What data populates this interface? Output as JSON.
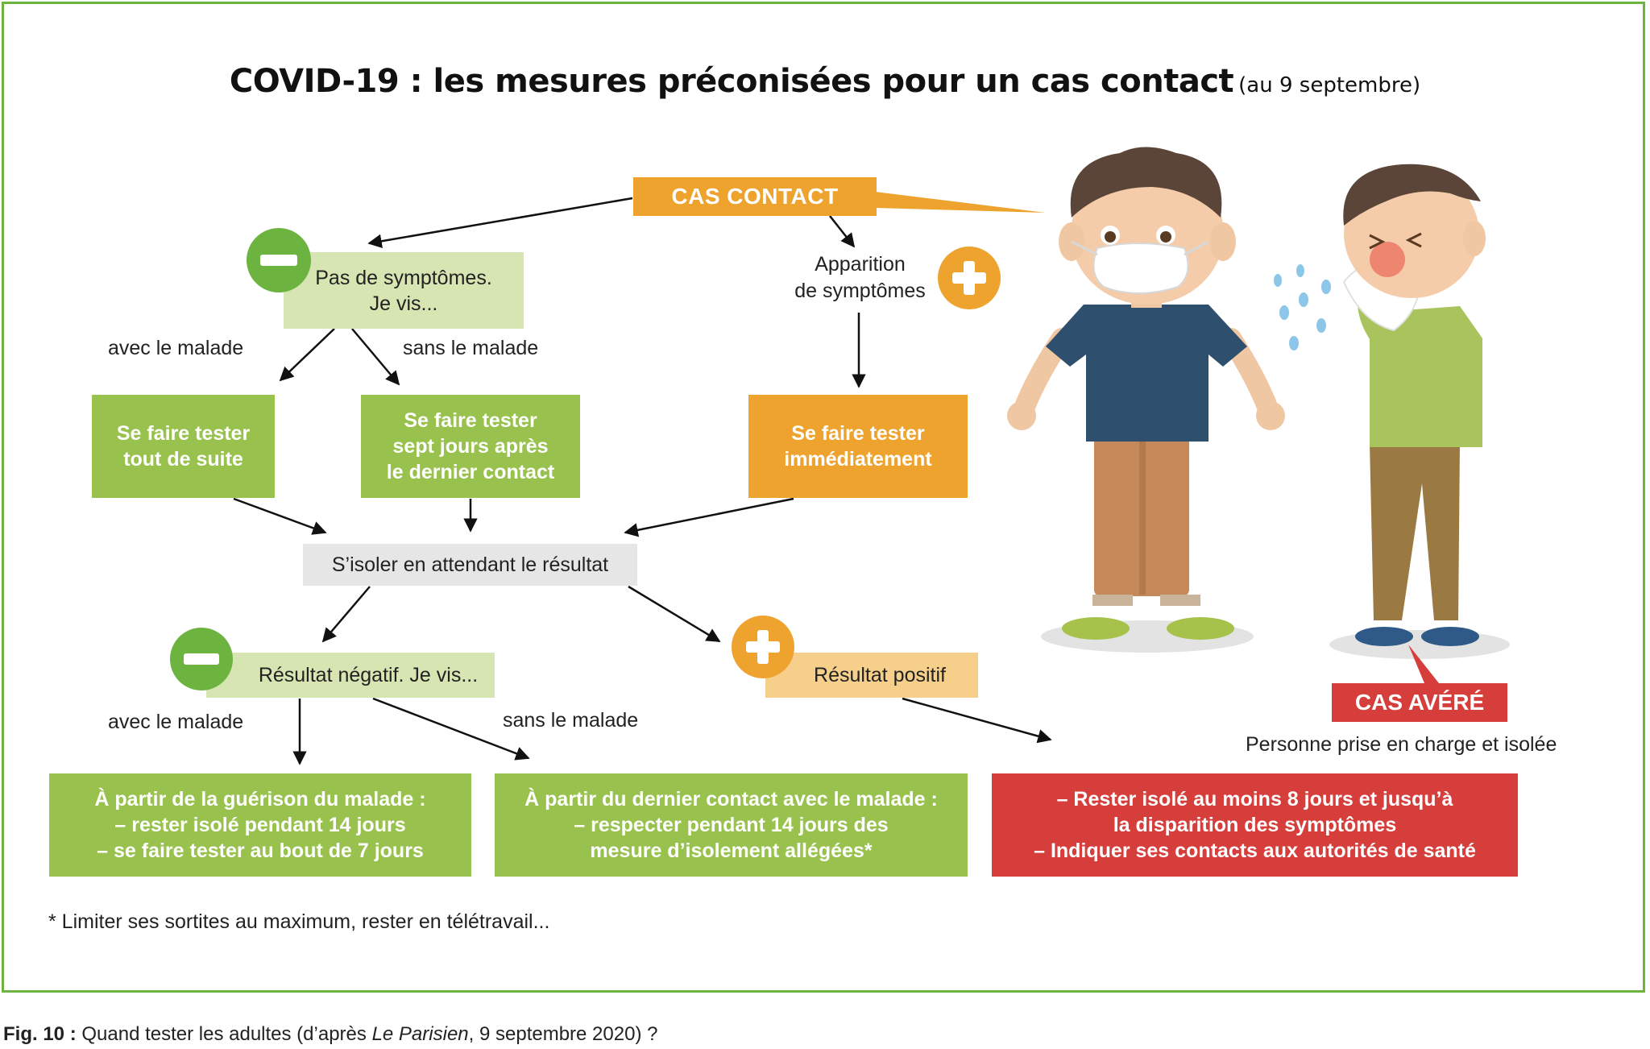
{
  "title": {
    "main": "COVID-19 : les mesures préconisées pour un cas contact",
    "sub": "(au 9 septembre)"
  },
  "nodes": {
    "cas_contact": "CAS CONTACT",
    "pas_symptomes": [
      "Pas de symptômes.",
      "Je vis..."
    ],
    "apparition": [
      "Apparition",
      "de symptômes"
    ],
    "tester_suite": [
      "Se faire tester",
      "tout de suite"
    ],
    "tester_sept": [
      "Se faire tester",
      "sept jours après",
      "le dernier contact"
    ],
    "tester_immediat": [
      "Se faire tester",
      "immédiatement"
    ],
    "isoler": "S’isoler en attendant le résultat",
    "negatif": "Résultat négatif. Je vis...",
    "positif": "Résultat positif",
    "result_avec": [
      "À partir de la guérison du malade :",
      "– rester isolé pendant 14 jours",
      "– se faire tester au bout de 7 jours"
    ],
    "result_sans": [
      "À partir du dernier contact avec le malade :",
      "– respecter pendant 14 jours des",
      "mesure d’isolement allégées*"
    ],
    "result_positif": [
      "– Rester isolé au moins 8 jours et jusqu’à",
      "la disparition des symptômes",
      "– Indiquer ses contacts aux autorités de santé"
    ],
    "cas_avere": "CAS AVÉRÉ",
    "cas_avere_desc": "Personne prise en charge et isolée"
  },
  "labels": {
    "avec_1": "avec le malade",
    "sans_1": "sans le malade",
    "avec_2": "avec le malade",
    "sans_2": "sans le malade"
  },
  "footnote": "* Limiter ses sortites au maximum, rester en télétravail...",
  "caption": {
    "fig": "Fig. 10 :",
    "text_before": " Quand tester les adultes (d’après ",
    "source": "Le Parisien",
    "text_after": ", 9 septembre 2020) ?"
  },
  "colors": {
    "green_dark": "#98c24d",
    "green_light": "#d6e5b2",
    "orange": "#eda32e",
    "orange_light": "#f6d08b",
    "grey": "#e6e6e6",
    "red": "#d53e3b",
    "frame": "#6cb33f"
  }
}
